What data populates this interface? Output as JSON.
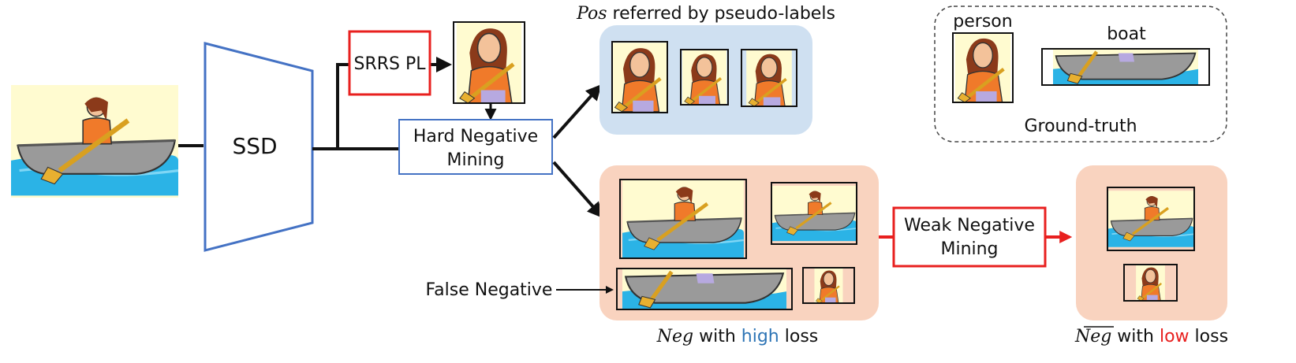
{
  "model": {
    "label": "SSD"
  },
  "pseudo_label": {
    "label": "SRRS PL"
  },
  "hard_negative": {
    "line1": "Hard Negative",
    "line2": "Mining"
  },
  "weak_negative": {
    "line1": "Weak Negative",
    "line2": "Mining"
  },
  "positives": {
    "math": "Pos",
    "text": " referred by pseudo-labels"
  },
  "ground_truth": {
    "title": "Ground-truth",
    "person": "person",
    "boat": "boat"
  },
  "negatives": {
    "math": "Neg",
    "text_before": " with ",
    "highlight": "high",
    "text_after": " loss"
  },
  "weak_negatives": {
    "math": "Neg",
    "text_before": " with ",
    "highlight": "low",
    "text_after": " loss"
  },
  "false_negative": {
    "label": "False Negative"
  },
  "colors": {
    "ssd_border": "#4472c4",
    "srrs_border": "#e8201f",
    "hnm_border": "#4472c4",
    "wnm_border": "#e8201f",
    "pos_panel": "#cfe0f1",
    "neg_panel": "#f9d3bf",
    "high_text": "#2e75b6",
    "low_text": "#e8201f",
    "red_arrow": "#e8201f"
  }
}
